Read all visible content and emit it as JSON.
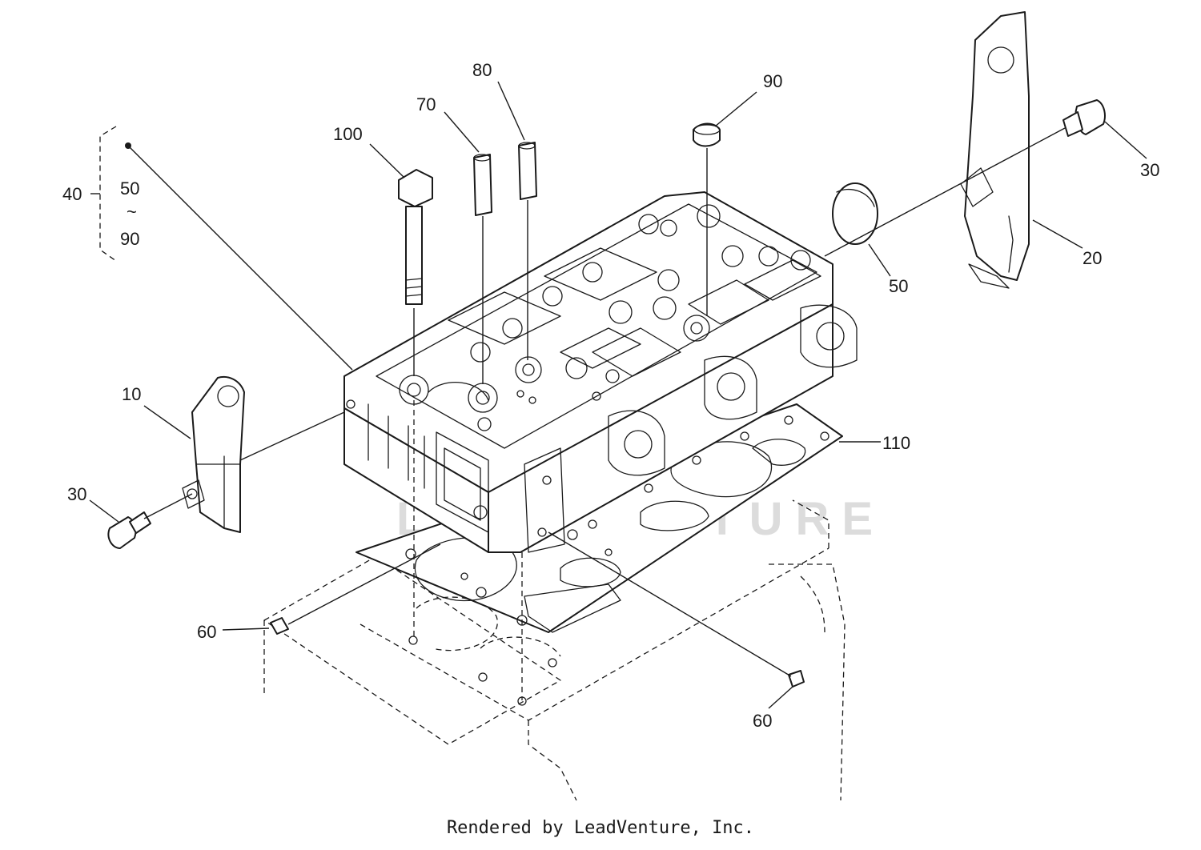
{
  "diagram": {
    "callouts": {
      "c10": "10",
      "c20": "20",
      "c30_left": "30",
      "c30_right": "30",
      "c40": "40",
      "c50_group": "50",
      "c50_tilde": "~",
      "c90_group": "90",
      "c50": "50",
      "c60_left": "60",
      "c60_right": "60",
      "c70": "70",
      "c80": "80",
      "c90": "90",
      "c100": "100",
      "c110": "110"
    },
    "watermark": "LEADVENTURE"
  },
  "footer": {
    "credit": "Rendered by LeadVenture, Inc."
  }
}
